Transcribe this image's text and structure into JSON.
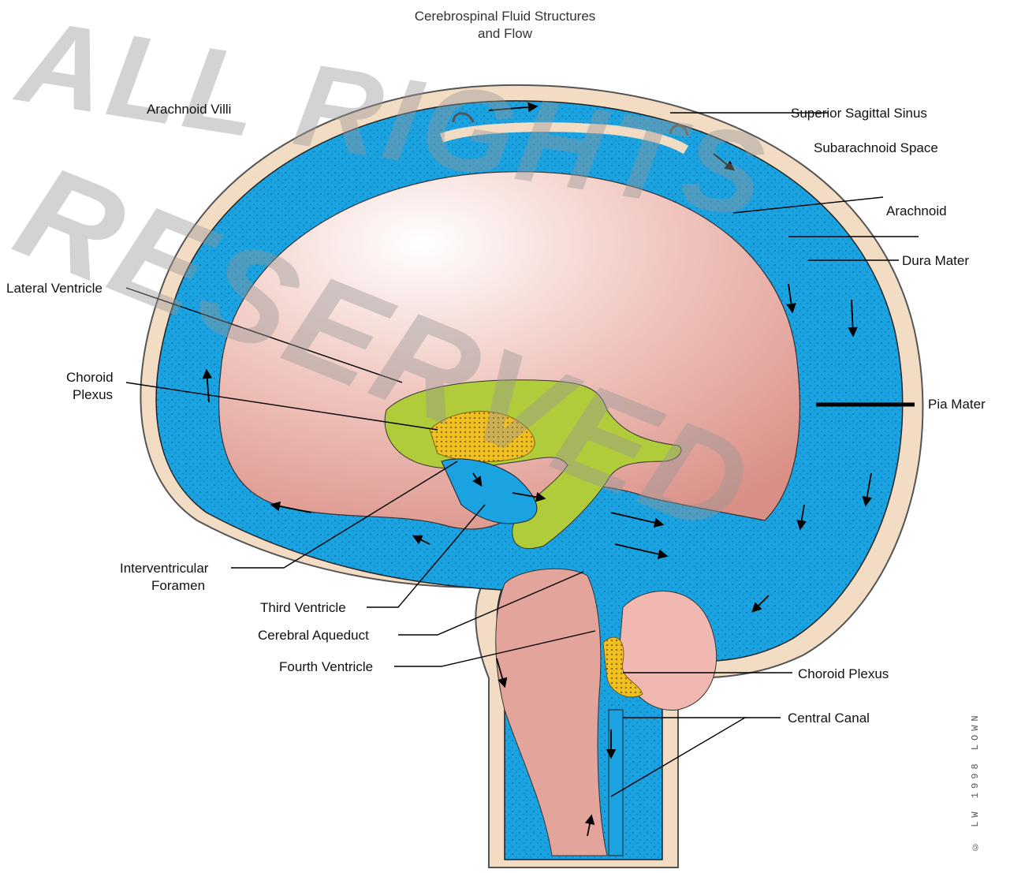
{
  "title": {
    "line1": "Cerebrospinal Fluid Structures",
    "line2": "and Flow"
  },
  "watermark": {
    "line1": "ALL RIGHTS",
    "line2": "RESERVED"
  },
  "labels": {
    "arachnoid_villi": "Arachnoid Villi",
    "superior_sagittal_sinus": "Superior Sagittal Sinus",
    "subarachnoid_space": "Subarachnoid Space",
    "arachnoid": "Arachnoid",
    "dura_mater": "Dura Mater",
    "lateral_ventricle": "Lateral Ventricle",
    "choroid_plexus_left_1": "Choroid",
    "choroid_plexus_left_2": "Plexus",
    "pia_mater": "Pia Mater",
    "interventricular_foramen_1": "Interventricular",
    "interventricular_foramen_2": "Foramen",
    "third_ventricle": "Third Ventricle",
    "cerebral_aqueduct": "Cerebral Aqueduct",
    "fourth_ventricle": "Fourth Ventricle",
    "choroid_plexus_right": "Choroid Plexus",
    "central_canal": "Central Canal"
  },
  "side_code": "© LW 1998 LOWN",
  "colors": {
    "csf_blue": "#1aa3e0",
    "meninges_tan": "#f3dcc4",
    "brain_pink": "#e3a49b",
    "brain_light": "#f6dcd8",
    "ventricle_green": "#b0cc3a",
    "choroid_yellow": "#f0c020"
  }
}
